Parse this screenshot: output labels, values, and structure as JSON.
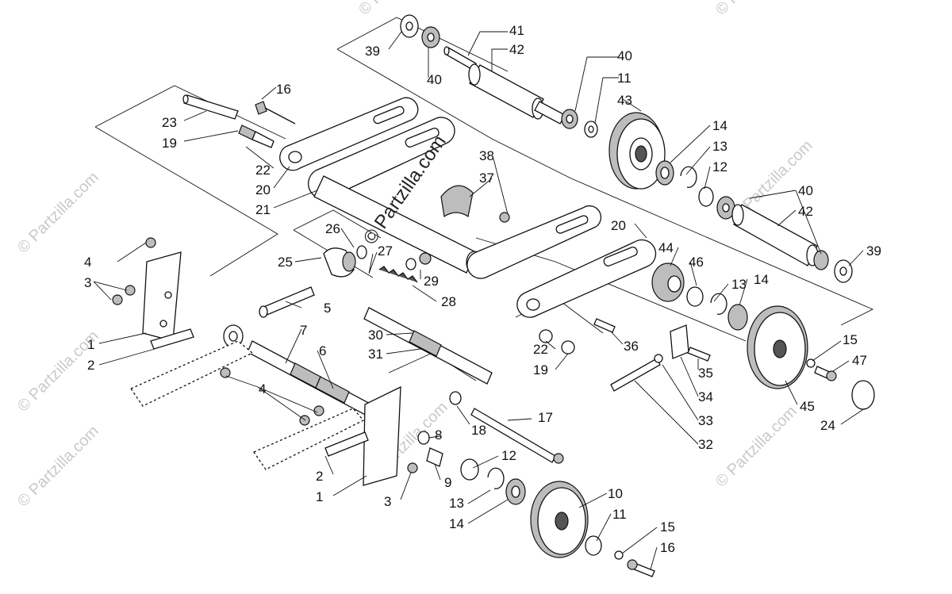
{
  "diagram": {
    "watermark_main": "© Partzilla.com",
    "watermark_corner": "© Partzilla.com",
    "callouts": [
      {
        "id": "c41",
        "label": "41"
      },
      {
        "id": "c42a",
        "label": "42"
      },
      {
        "id": "c39a",
        "label": "39"
      },
      {
        "id": "c40a",
        "label": "40"
      },
      {
        "id": "c40b",
        "label": "40"
      },
      {
        "id": "c11a",
        "label": "11"
      },
      {
        "id": "c43",
        "label": "43"
      },
      {
        "id": "c16a",
        "label": "16"
      },
      {
        "id": "c23",
        "label": "23"
      },
      {
        "id": "c19a",
        "label": "19"
      },
      {
        "id": "c22a",
        "label": "22"
      },
      {
        "id": "c20a",
        "label": "20"
      },
      {
        "id": "c21",
        "label": "21"
      },
      {
        "id": "c38",
        "label": "38"
      },
      {
        "id": "c37",
        "label": "37"
      },
      {
        "id": "c14a",
        "label": "14"
      },
      {
        "id": "c13a",
        "label": "13"
      },
      {
        "id": "c12a",
        "label": "12"
      },
      {
        "id": "c40c",
        "label": "40"
      },
      {
        "id": "c42b",
        "label": "42"
      },
      {
        "id": "c39b",
        "label": "39"
      },
      {
        "id": "c20b",
        "label": "20"
      },
      {
        "id": "c44",
        "label": "44"
      },
      {
        "id": "c46",
        "label": "46"
      },
      {
        "id": "c13b",
        "label": "13"
      },
      {
        "id": "c14b",
        "label": "14"
      },
      {
        "id": "c26",
        "label": "26"
      },
      {
        "id": "c27",
        "label": "27"
      },
      {
        "id": "c25",
        "label": "25"
      },
      {
        "id": "c29",
        "label": "29"
      },
      {
        "id": "c28",
        "label": "28"
      },
      {
        "id": "c4a",
        "label": "4"
      },
      {
        "id": "c3a",
        "label": "3"
      },
      {
        "id": "c5",
        "label": "5"
      },
      {
        "id": "c1a",
        "label": "1"
      },
      {
        "id": "c2a",
        "label": "2"
      },
      {
        "id": "c7",
        "label": "7"
      },
      {
        "id": "c6",
        "label": "6"
      },
      {
        "id": "c30",
        "label": "30"
      },
      {
        "id": "c31",
        "label": "31"
      },
      {
        "id": "c22b",
        "label": "22"
      },
      {
        "id": "c19b",
        "label": "19"
      },
      {
        "id": "c36",
        "label": "36"
      },
      {
        "id": "c35",
        "label": "35"
      },
      {
        "id": "c15a",
        "label": "15"
      },
      {
        "id": "c47",
        "label": "47"
      },
      {
        "id": "c34",
        "label": "34"
      },
      {
        "id": "c45",
        "label": "45"
      },
      {
        "id": "c24",
        "label": "24"
      },
      {
        "id": "c33",
        "label": "33"
      },
      {
        "id": "c32",
        "label": "32"
      },
      {
        "id": "c4b",
        "label": "4"
      },
      {
        "id": "c17",
        "label": "17"
      },
      {
        "id": "c18",
        "label": "18"
      },
      {
        "id": "c8",
        "label": "8"
      },
      {
        "id": "c12b",
        "label": "12"
      },
      {
        "id": "c9",
        "label": "9"
      },
      {
        "id": "c2b",
        "label": "2"
      },
      {
        "id": "c1b",
        "label": "1"
      },
      {
        "id": "c3b",
        "label": "3"
      },
      {
        "id": "c13c",
        "label": "13"
      },
      {
        "id": "c14c",
        "label": "14"
      },
      {
        "id": "c10",
        "label": "10"
      },
      {
        "id": "c11b",
        "label": "11"
      },
      {
        "id": "c15b",
        "label": "15"
      },
      {
        "id": "c16b",
        "label": "16"
      }
    ]
  }
}
